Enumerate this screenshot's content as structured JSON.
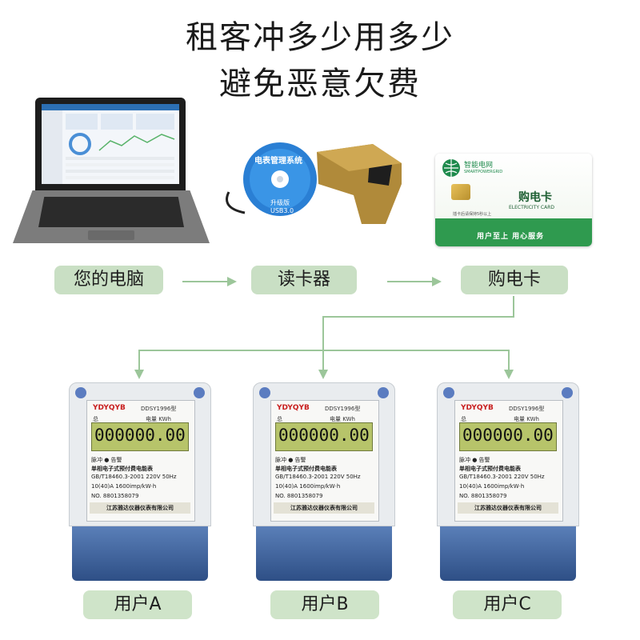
{
  "headline": {
    "line1": "租客冲多少用多少",
    "line2": "避免恶意欠费"
  },
  "devices": {
    "computer_label": "您的电脑",
    "reader_label": "读卡器",
    "card_label": "购电卡",
    "reader_disc": {
      "ring_text": "电表管理系统",
      "sub1": "升级版",
      "sub2": "USB3.0"
    },
    "card": {
      "logo_text": "智能电网",
      "logo_sub": "SMARTPOWERGRID",
      "title": "购电卡",
      "subtitle": "ELECTRICITY CARD",
      "note": "插卡后请保持5秒以上",
      "footer": "用户至上  用心服务"
    }
  },
  "meter": {
    "brand": "YDYQYB",
    "model": "DDSY1996型",
    "tag": "总",
    "unit": "电量 KWh",
    "reading": "000000.00",
    "pulse": "脉冲 ● 告警",
    "type": "单相电子式预付费电能表",
    "standard": "GB/T18460.3-2001   220V  50Hz",
    "rating": "10(40)A        1600imp/kW·h",
    "serial": "NO. 8801358079",
    "maker": "江苏雅达仪器仪表有限公司"
  },
  "users": [
    "用户A",
    "用户B",
    "用户C"
  ],
  "colors": {
    "pill_top": "#c9dfc4",
    "pill_user": "#cfe4c9",
    "connector": "#9cc69a",
    "card_green": "#2f9a4f"
  }
}
